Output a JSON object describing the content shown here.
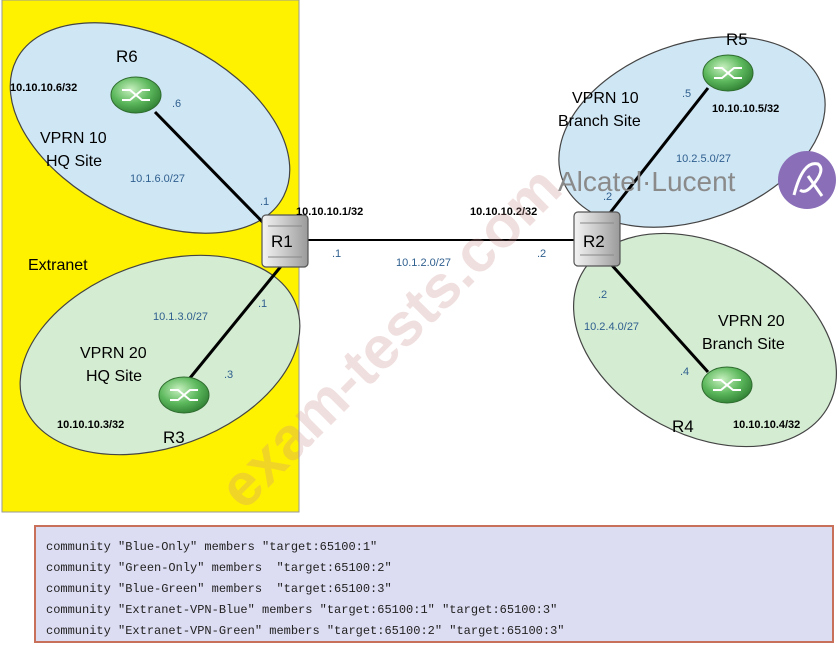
{
  "extranet_label": "Extranet",
  "brand": {
    "name": "Alcatel·Lucent"
  },
  "watermark": "exam-tests.com",
  "routers": {
    "r1": {
      "name": "R1",
      "system_ip": "10.10.10.1/32"
    },
    "r2": {
      "name": "R2",
      "system_ip": "10.10.10.2/32"
    },
    "r3": {
      "name": "R3",
      "system_ip": "10.10.10.3/32"
    },
    "r4": {
      "name": "R4",
      "system_ip": "10.10.10.4/32"
    },
    "r5": {
      "name": "R5",
      "system_ip": "10.10.10.5/32"
    },
    "r6": {
      "name": "R6",
      "system_ip": "10.10.10.6/32"
    }
  },
  "sites": {
    "hq_vprn10": {
      "line1": "VPRN 10",
      "line2": "HQ Site"
    },
    "hq_vprn20": {
      "line1": "VPRN 20",
      "line2": "HQ Site"
    },
    "br_vprn10": {
      "line1": "VPRN 10",
      "line2": "Branch Site"
    },
    "br_vprn20": {
      "line1": "VPRN 20",
      "line2": "Branch Site"
    }
  },
  "links": {
    "r1_r6": {
      "subnet": "10.1.6.0/27",
      "a_if": ".1",
      "b_if": ".6"
    },
    "r1_r3": {
      "subnet": "10.1.3.0/27",
      "a_if": ".1",
      "b_if": ".3"
    },
    "r1_r2": {
      "subnet": "10.1.2.0/27",
      "a_if": ".1",
      "b_if": ".2"
    },
    "r2_r5": {
      "subnet": "10.2.5.0/27",
      "a_if": ".2",
      "b_if": ".5"
    },
    "r2_r4": {
      "subnet": "10.2.4.0/27",
      "a_if": ".2",
      "b_if": ".4"
    }
  },
  "config_lines": [
    "community \"Blue-Only\" members \"target:65100:1\"",
    "community \"Green-Only\" members  \"target:65100:2\"",
    "community \"Blue-Green\" members  \"target:65100:3\"",
    "community \"Extranet-VPN-Blue\" members \"target:65100:1\" \"target:65100:3\"",
    "community \"Extranet-VPN-Green\" members \"target:65100:2\" \"target:65100:3\""
  ],
  "colors": {
    "extranet_bg": "#fff200",
    "blue_site": "#cfe6f4",
    "green_site": "#d4ecd2",
    "router_green": "#5cb85c",
    "config_bg": "#dcdcf2",
    "config_border": "#c8705a"
  }
}
